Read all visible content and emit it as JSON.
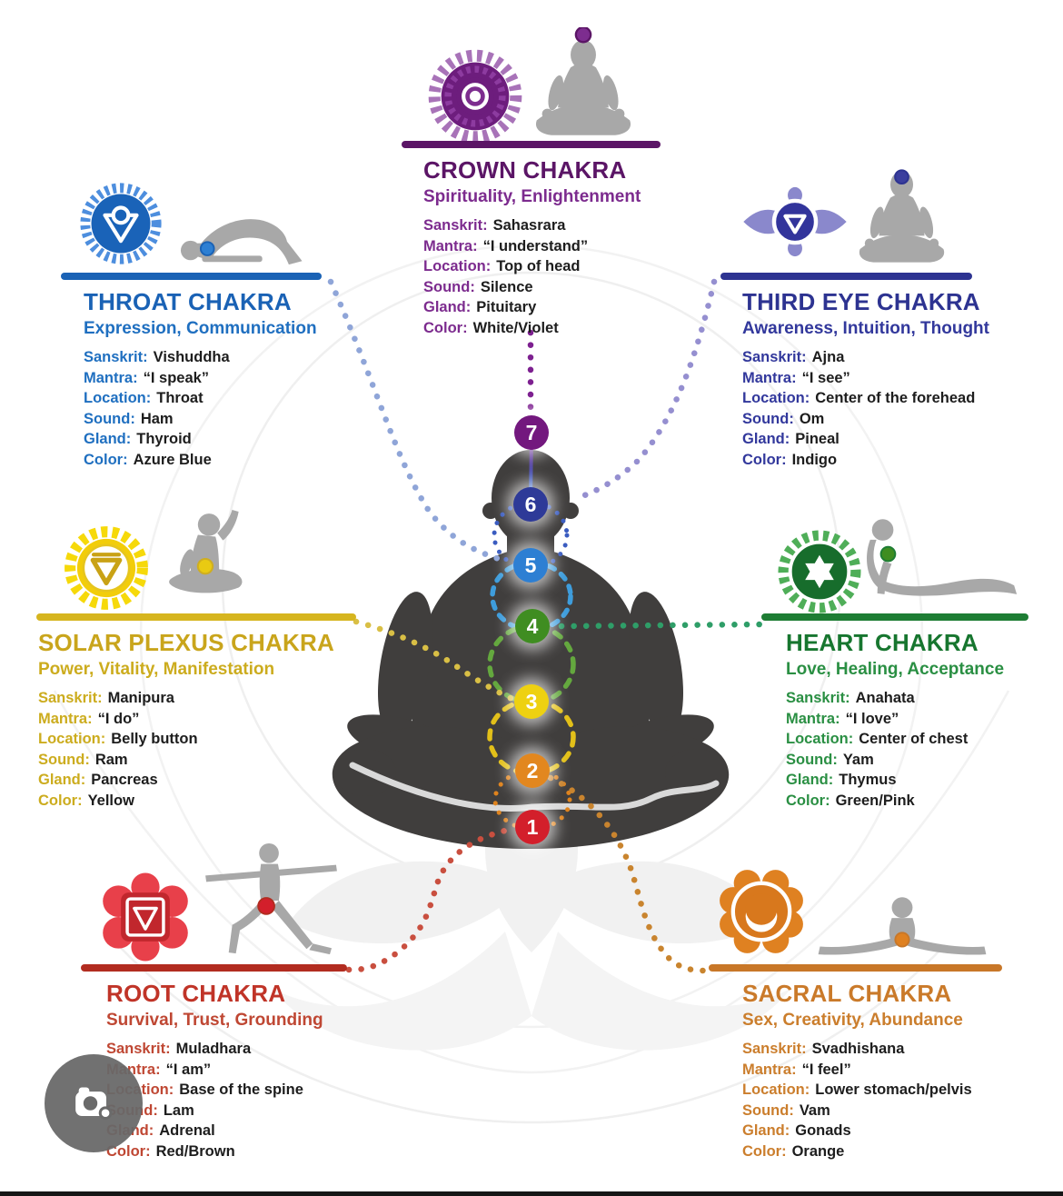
{
  "labels": {
    "sanskrit": "Sanskrit:",
    "mantra": "Mantra:",
    "location": "Location:",
    "sound": "Sound:",
    "gland": "Gland:",
    "color": "Color:"
  },
  "chakras": [
    {
      "id": "crown",
      "number": 7,
      "title": "CROWN CHAKRA",
      "subtitle": "Spirituality, Enlightenment",
      "sanskrit": "Sahasrara",
      "mantra": "“I understand”",
      "location": "Top of head",
      "sound": "Silence",
      "gland": "Pituitary",
      "color": "White/Violet",
      "accent": "#5b1566"
    },
    {
      "id": "throat",
      "number": 5,
      "title": "THROAT CHAKRA",
      "subtitle": "Expression, Communication",
      "sanskrit": "Vishuddha",
      "mantra": "“I speak”",
      "location": "Throat",
      "sound": "Ham",
      "gland": "Thyroid",
      "color": "Azure Blue",
      "accent": "#1a62b5"
    },
    {
      "id": "third_eye",
      "number": 6,
      "title": "THIRD EYE CHAKRA",
      "subtitle": "Awareness, Intuition, Thought",
      "sanskrit": "Ajna",
      "mantra": "“I see”",
      "location": "Center of the forehead",
      "sound": "Om",
      "gland": "Pineal",
      "color": "Indigo",
      "accent": "#2d3391"
    },
    {
      "id": "solar_plexus",
      "number": 3,
      "title": "SOLAR PLEXUS CHAKRA",
      "subtitle": "Power, Vitality, Manifestation",
      "sanskrit": "Manipura",
      "mantra": "“I do”",
      "location": "Belly button",
      "sound": "Ram",
      "gland": "Pancreas",
      "color": "Yellow",
      "accent": "#d6b51f"
    },
    {
      "id": "heart",
      "number": 4,
      "title": "HEART CHAKRA",
      "subtitle": "Love, Healing, Acceptance",
      "sanskrit": "Anahata",
      "mantra": "“I love”",
      "location": "Center of chest",
      "sound": "Yam",
      "gland": "Thymus",
      "color": "Green/Pink",
      "accent": "#1e7d34"
    },
    {
      "id": "root",
      "number": 1,
      "title": "ROOT CHAKRA",
      "subtitle": "Survival, Trust, Grounding",
      "sanskrit": "Muladhara",
      "mantra": "“I am”",
      "location": "Base of the spine",
      "sound": "Lam",
      "gland": "Adrenal",
      "color": "Red/Brown",
      "accent": "#b22c20"
    },
    {
      "id": "sacral",
      "number": 2,
      "title": "SACRAL CHAKRA",
      "subtitle": "Sex, Creativity, Abundance",
      "sanskrit": "Svadhishana",
      "mantra": "“I feel”",
      "location": "Lower stomach/pelvis",
      "sound": "Vam",
      "gland": "Gonads",
      "color": "Orange",
      "accent": "#c87728"
    }
  ],
  "figure": {
    "points": [
      {
        "number": "7",
        "color": "#73187e"
      },
      {
        "number": "6",
        "color": "#2e3a98"
      },
      {
        "number": "5",
        "color": "#2d7fd3"
      },
      {
        "number": "4",
        "color": "#3f8d21"
      },
      {
        "number": "3",
        "color": "#eed111"
      },
      {
        "number": "2",
        "color": "#e2871f"
      },
      {
        "number": "1",
        "color": "#d31f2b"
      }
    ]
  },
  "lens_button": {
    "icon": "camera-icon"
  }
}
